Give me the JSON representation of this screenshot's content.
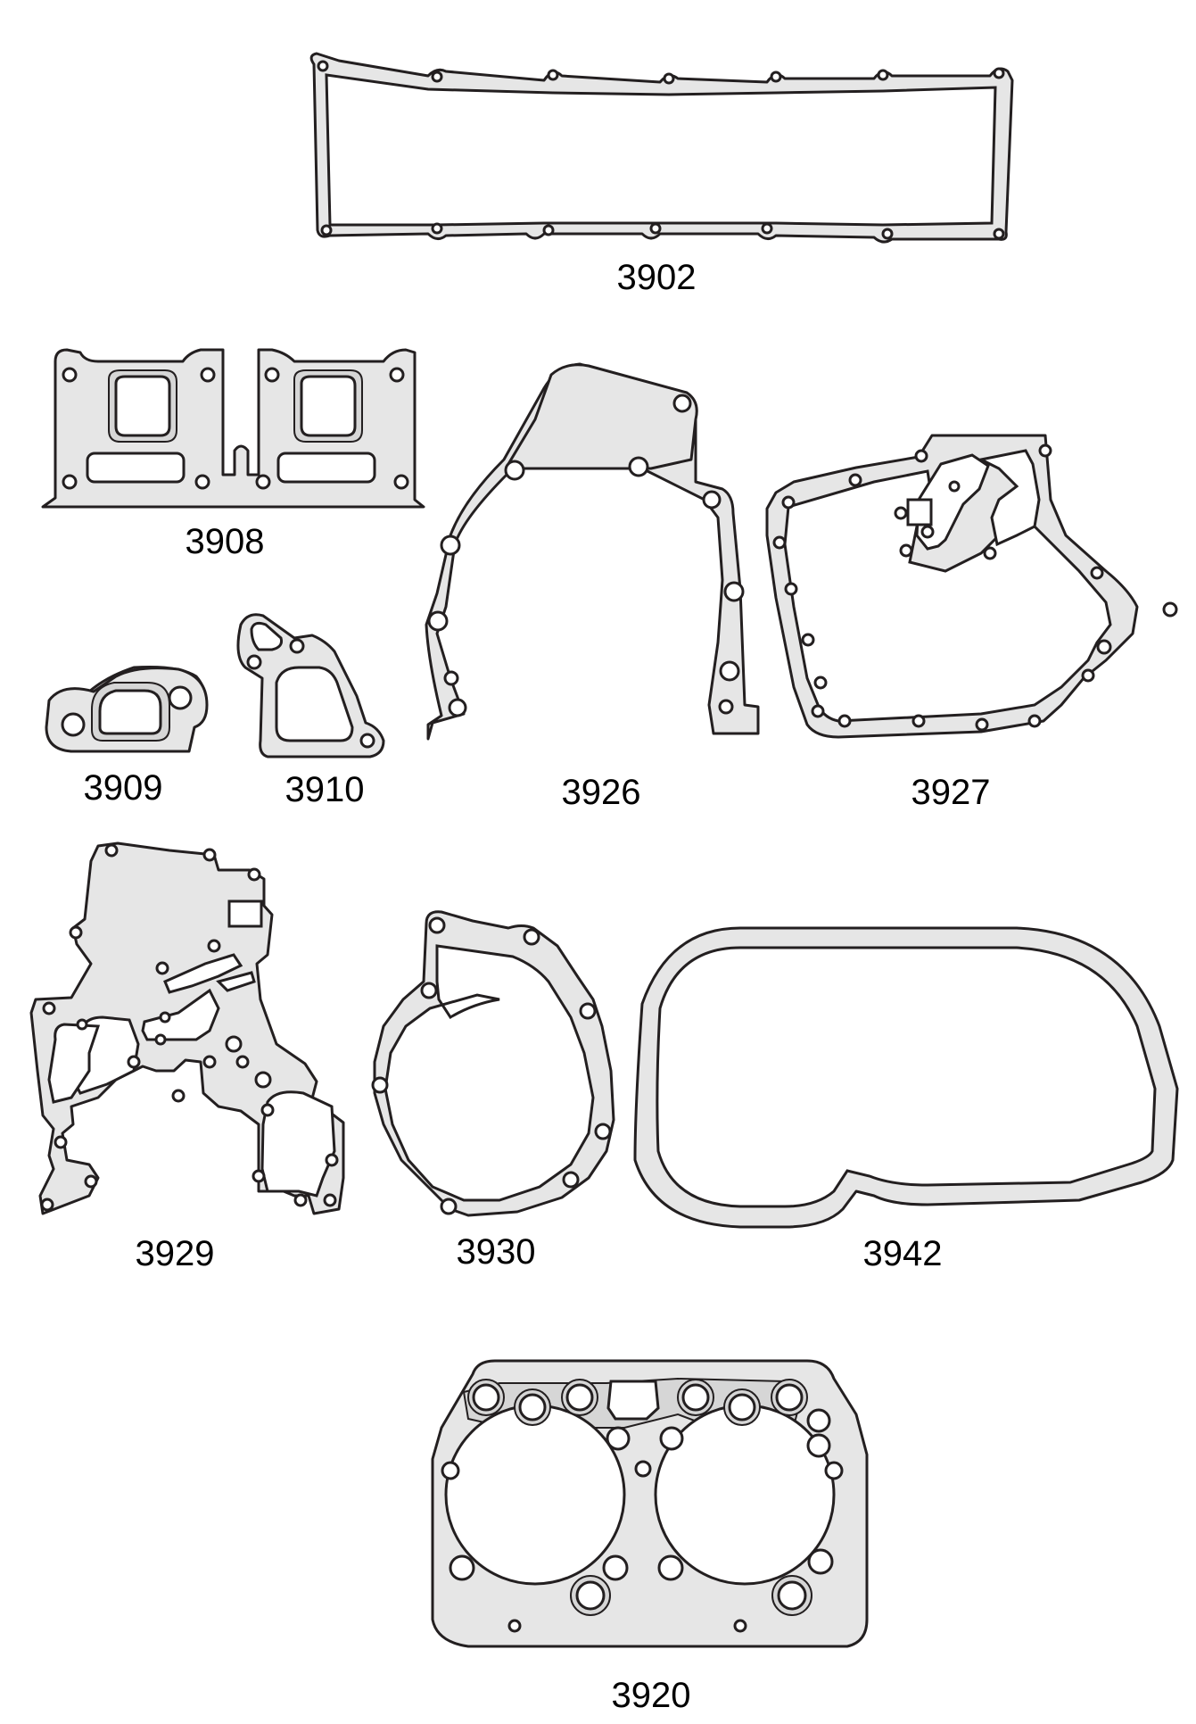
{
  "parts": [
    {
      "id": "gasket-3902",
      "label": "3902"
    },
    {
      "id": "gasket-3908",
      "label": "3908"
    },
    {
      "id": "gasket-3909",
      "label": "3909"
    },
    {
      "id": "gasket-3910",
      "label": "3910"
    },
    {
      "id": "gasket-3926",
      "label": "3926"
    },
    {
      "id": "gasket-3927",
      "label": "3927"
    },
    {
      "id": "gasket-3929",
      "label": "3929"
    },
    {
      "id": "gasket-3930",
      "label": "3930"
    },
    {
      "id": "gasket-3942",
      "label": "3942"
    },
    {
      "id": "gasket-3920",
      "label": "3920"
    }
  ]
}
